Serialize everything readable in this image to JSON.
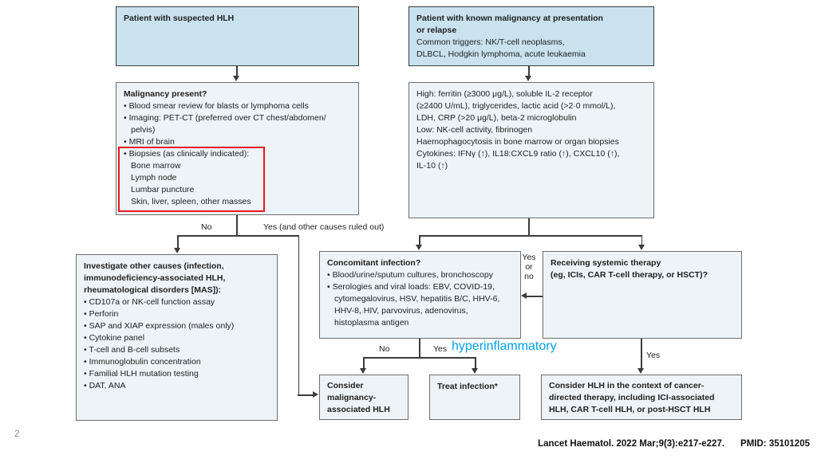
{
  "colors": {
    "box-blue": "#c9e2ee",
    "box-light": "#edf3f7",
    "border-dark": "#3a3a3a",
    "border-gray": "#6e6e6e",
    "line-dark": "#3c3c3c",
    "red-accent": "#e8191c",
    "annotation-blue": "#00a0e9",
    "text-dark": "#1f1f1f",
    "muted-gray": "#8a8a8a"
  },
  "boxes": {
    "suspected": {
      "title": "Patient with suspected HLH"
    },
    "known_malignancy": {
      "title_lines": [
        "Patient with known malignancy at presentation",
        "or relapse"
      ],
      "lines": [
        "Common triggers: NK/T-cell neoplasms,",
        "DLBCL, Hodgkin lymphoma, acute leukaemia"
      ]
    },
    "malignancy": {
      "title": "Malignancy present?",
      "lines": [
        "• Blood smear review for blasts or lymphoma cells",
        "• Imaging: PET-CT (preferred over CT chest/abdomen/",
        "pelvis)",
        "• MRI of brain",
        "• Biopsies (as clinically indicated):",
        "Bone marrow",
        "Lymph node",
        "Lumbar puncture",
        "Skin, liver, spleen, other masses"
      ]
    },
    "markers": {
      "lines": [
        "High: ferritin (≥3000 μg/L), soluble IL-2 receptor",
        "(≥2400 U/mL), triglycerides, lactic acid (>2·0 mmol/L),",
        "LDH, CRP (>20 μg/L), beta-2 microglobulin",
        "Low: NK-cell activity, fibrinogen",
        "Haemophagocytosis in bone marrow or organ biopsies",
        "Cytokines: IFNγ (↑), IL18:CXCL9 ratio (↑), CXCL10 (↑),",
        "IL-10 (↑)"
      ]
    },
    "investigate": {
      "title_lines": [
        "Investigate other causes (infection,",
        "immunodeficiency-associated HLH,",
        "rheumatological disorders [MAS]):"
      ],
      "bullets": [
        "• CD107a or NK-cell function assay",
        "• Perforin",
        "• SAP and XIAP expression (males only)",
        "• Cytokine panel",
        "• T-cell and B-cell subsets",
        "• Immunoglobulin concentration",
        "• Familial HLH mutation testing",
        "• DAT, ANA"
      ]
    },
    "infection": {
      "title": "Concomitant infection?",
      "lines": [
        "• Blood/urine/sputum cultures, bronchoscopy",
        "• Serologies and viral loads: EBV, COVID-19,",
        "cytomegalovirus, HSV, hepatitis B/C, HHV-6,",
        "HHV-8, HIV, parvovirus, adenovirus,",
        "histoplasma antigen"
      ]
    },
    "therapy": {
      "title_lines": [
        "Receiving systemic therapy",
        "(eg, ICIs, CAR T-cell therapy, or HSCT)?"
      ]
    },
    "consider_malignancy": {
      "title_lines": [
        "Consider",
        "malignancy-",
        "associated HLH"
      ]
    },
    "treat_infection": {
      "title": "Treat infection*"
    },
    "cancer_therapy": {
      "title_lines": [
        "Consider HLH in the context of cancer-",
        "directed therapy, including ICI-associated",
        "HLH, CAR T-cell HLH, or post-HSCT HLH"
      ]
    }
  },
  "labels": {
    "no_malignancy": "No",
    "yes_malignancy": "Yes (and other causes ruled out)",
    "yes_or_no": [
      "Yes",
      "or",
      "no"
    ],
    "no_infection": "No",
    "yes_infection": "Yes",
    "yes_therapy": "Yes"
  },
  "annotation": {
    "text": "hyperinflammatory"
  },
  "footer": {
    "page_number": "2",
    "citation": "Lancet Haematol. 2022 Mar;9(3):e217-e227.",
    "pmid": "PMID: 35101205"
  }
}
